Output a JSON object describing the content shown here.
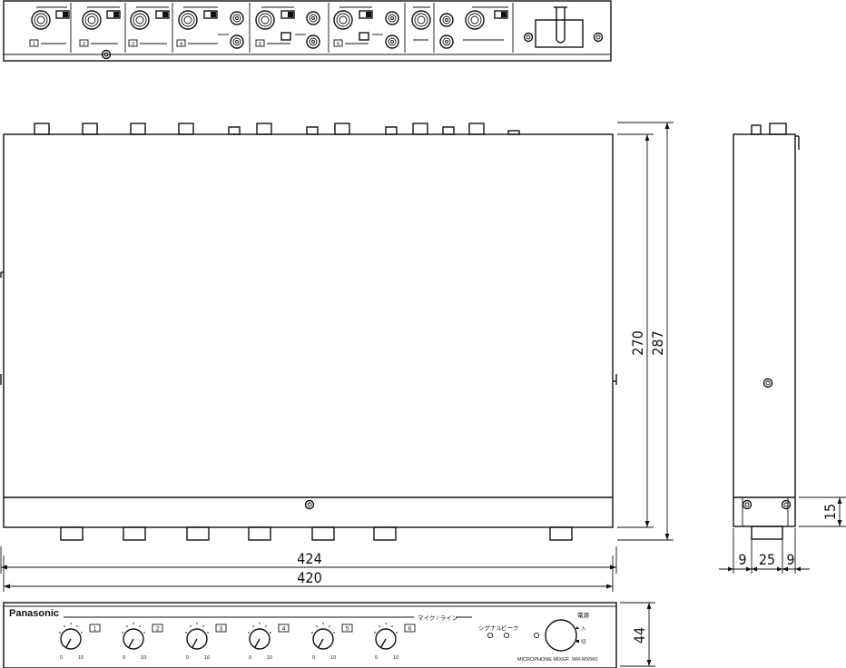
{
  "dimensions": {
    "overall_width": "424",
    "body_width": "420",
    "body_depth": "270",
    "overall_depth": "287",
    "height": "44",
    "foot_height": "15",
    "side_margin_left": "9",
    "foot_spacing": "25",
    "side_margin_right": "9"
  },
  "front_panel": {
    "brand": "Panasonic",
    "section_label": "マイク / ライン",
    "channel_numbers": [
      "1",
      "2",
      "3",
      "4",
      "5",
      "6"
    ],
    "knob_min": "0",
    "knob_max": "10",
    "indicator_signal": "シグナル",
    "indicator_peak": "ピーク",
    "power_label": "電源",
    "power_on": "入",
    "power_off": "切",
    "model_name": "MICROPHONE MIXER",
    "model_number": "WR-MX560"
  },
  "rear_panel": {
    "channel_numbers": [
      "1",
      "2",
      "3",
      "4",
      "5",
      "6"
    ]
  }
}
